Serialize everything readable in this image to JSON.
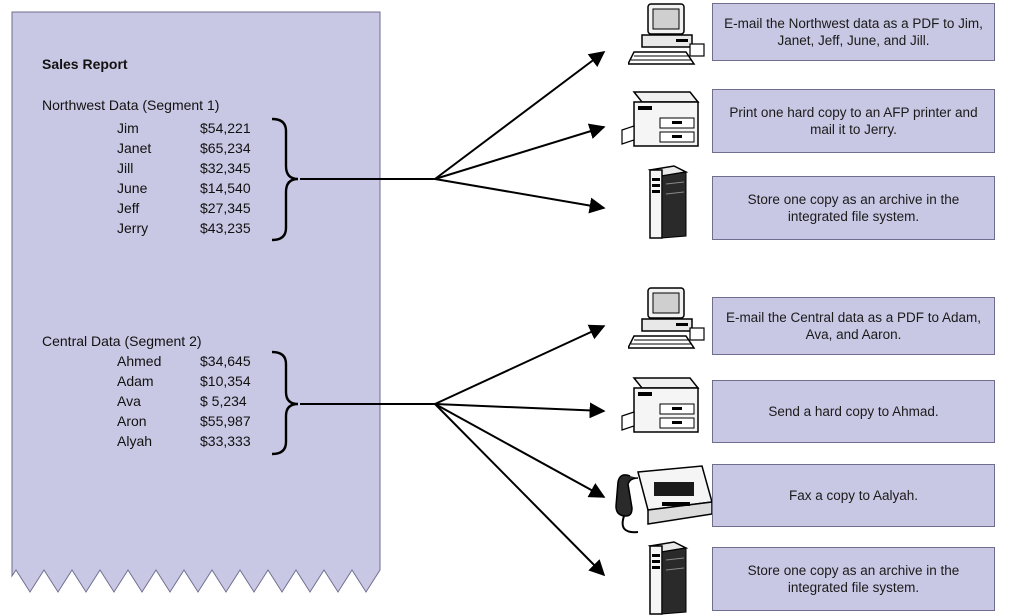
{
  "report": {
    "title": "Sales Report",
    "segments": [
      {
        "heading": "Northwest Data (Segment 1)",
        "rows": [
          {
            "name": "Jim",
            "amount": "$54,221"
          },
          {
            "name": "Janet",
            "amount": "$65,234"
          },
          {
            "name": "Jill",
            "amount": "$32,345"
          },
          {
            "name": "June",
            "amount": "$14,540"
          },
          {
            "name": "Jeff",
            "amount": "$27,345"
          },
          {
            "name": "Jerry",
            "amount": "$43,235"
          }
        ]
      },
      {
        "heading": "Central Data (Segment 2)",
        "rows": [
          {
            "name": "Ahmed",
            "amount": "$34,645"
          },
          {
            "name": "Adam",
            "amount": "$10,354"
          },
          {
            "name": "Ava",
            "amount": "$ 5,234"
          },
          {
            "name": "Aron",
            "amount": "$55,987"
          },
          {
            "name": "Alyah",
            "amount": "$33,333"
          }
        ]
      }
    ]
  },
  "actions": [
    {
      "device": "computer-icon",
      "text": "E-mail the Northwest data as a PDF to Jim, Janet, Jeff, June, and Jill."
    },
    {
      "device": "printer-icon",
      "text": "Print one hard copy to an AFP printer and mail it to Jerry."
    },
    {
      "device": "server-tower-icon",
      "text": "Store one copy as an archive in the integrated file system."
    },
    {
      "device": "computer-icon",
      "text": "E-mail the Central data as a PDF to Adam, Ava, and Aaron."
    },
    {
      "device": "printer-icon",
      "text": "Send a hard copy to Ahmad."
    },
    {
      "device": "fax-machine-icon",
      "text": "Fax a copy to Aalyah."
    },
    {
      "device": "server-tower-icon",
      "text": "Store one copy as an archive in the integrated file system."
    }
  ],
  "colors": {
    "report_fill": "#c9c8e4",
    "box_fill": "#c9c8e4",
    "line": "#000000"
  }
}
